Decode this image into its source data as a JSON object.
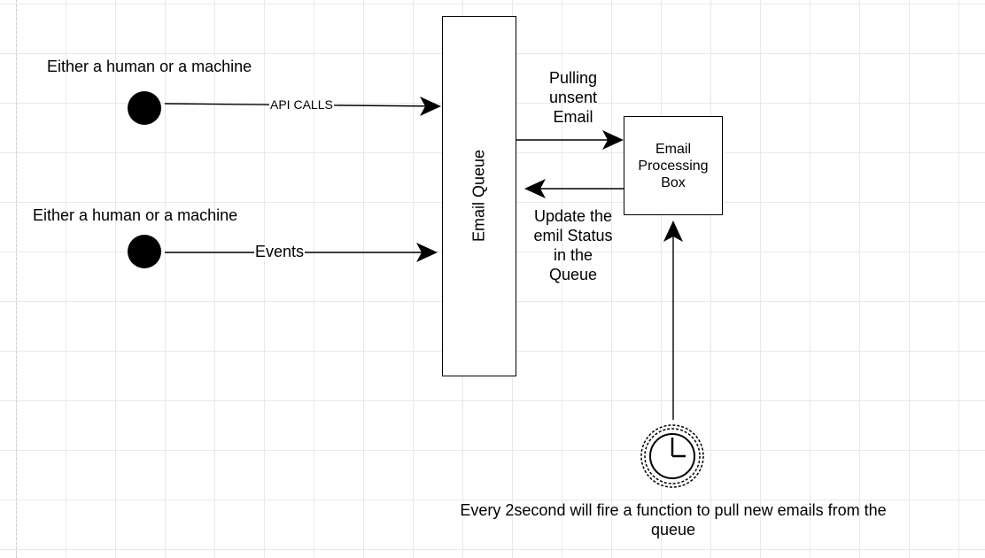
{
  "sources": [
    {
      "label": "Either a human or a machine",
      "edge_label": "API CALLS"
    },
    {
      "label": "Either a human or a machine",
      "edge_label": "Events"
    }
  ],
  "queue": {
    "label": "Email Queue"
  },
  "processor": {
    "label_lines": [
      "Email",
      "Processing",
      "Box"
    ]
  },
  "edges": {
    "pull": {
      "lines": [
        "Pulling",
        "unsent",
        "Email"
      ]
    },
    "update": {
      "lines": [
        "Update the",
        "emil Status",
        "in the",
        "Queue"
      ]
    }
  },
  "timer": {
    "icon": "clock-icon",
    "caption_lines": [
      "Every 2second will fire a function to pull new emails from the",
      "queue"
    ]
  }
}
